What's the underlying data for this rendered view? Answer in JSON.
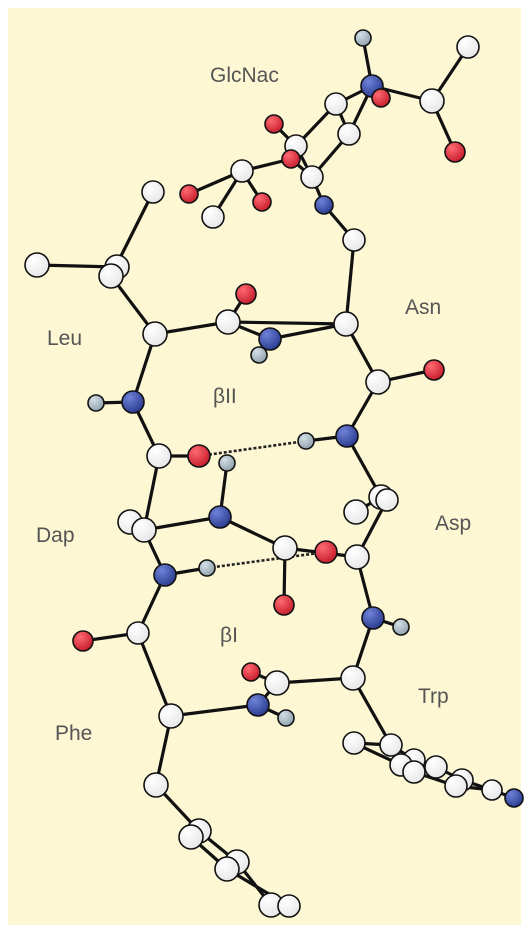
{
  "labels": {
    "glcnac": "GlcNac",
    "asn": "Asn",
    "leu": "Leu",
    "beta2": "βII",
    "dap": "Dap",
    "asp": "Asp",
    "beta1": "βI",
    "trp": "Trp",
    "phe": "Phe"
  },
  "colors": {
    "background": "#fdf7d4",
    "carbon": "#ffffff",
    "nitrogen": "#3b4fa8",
    "oxygen": "#e0283a",
    "hydrogen": "#a9b8c2",
    "bond": "#111111",
    "label": "#555555"
  }
}
